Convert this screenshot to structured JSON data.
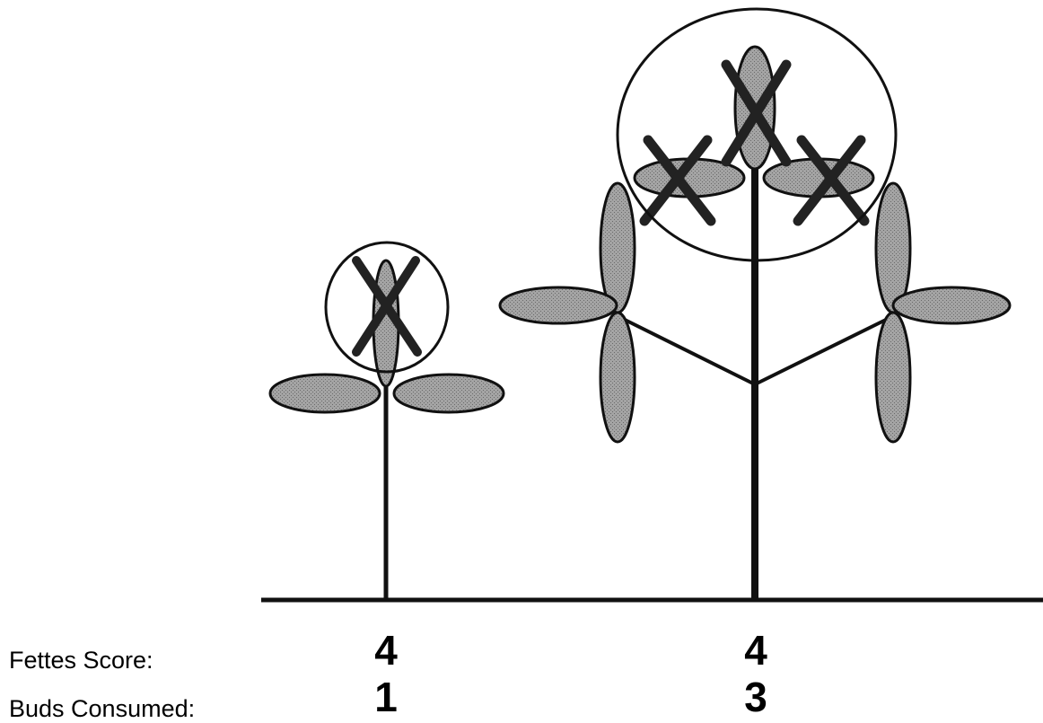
{
  "labels": {
    "fettes_score": "Fettes Score:",
    "buds_consumed": "Buds Consumed:"
  },
  "plants": [
    {
      "fettes_score": "4",
      "buds_consumed": "1"
    },
    {
      "fettes_score": "4",
      "buds_consumed": "3"
    }
  ],
  "colors": {
    "leaf_fill": "#9a9a9a",
    "leaf_stroke": "#111111",
    "stem": "#111111",
    "background": "#ffffff"
  }
}
